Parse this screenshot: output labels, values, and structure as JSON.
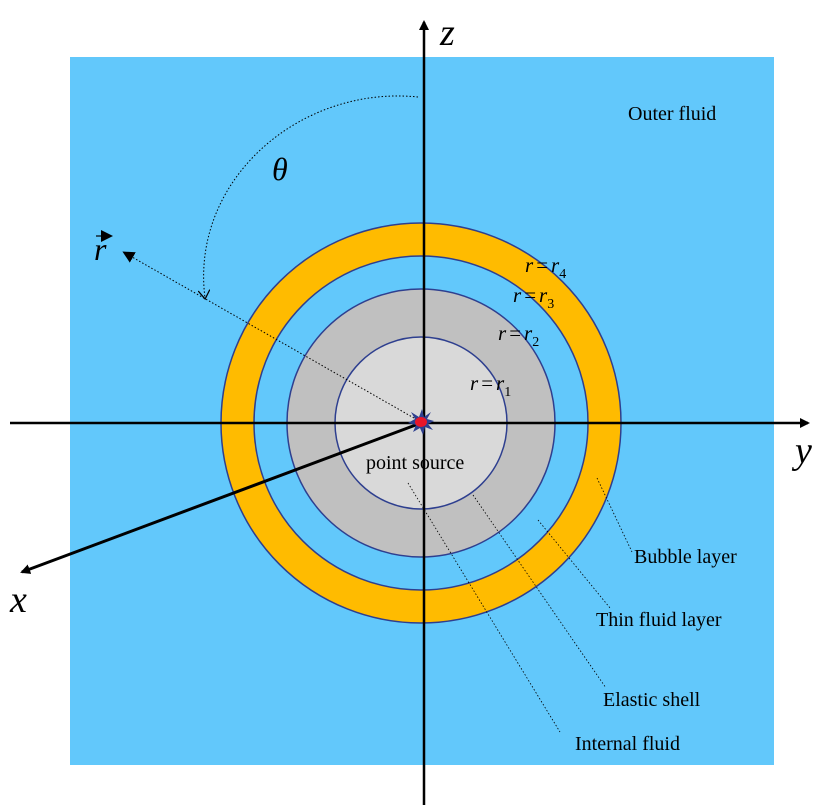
{
  "colors": {
    "outer_fluid": "#62c8fb",
    "bubble_layer": "#ffbb00",
    "thin_fluid_layer": "#62c8fb",
    "elastic_shell": "#c0c0c0",
    "internal_fluid": "#d9d9d9",
    "circle_stroke": "#2e3f8f",
    "point_source": "#e8162a"
  },
  "axes": {
    "z": "z",
    "y": "y",
    "x": "x"
  },
  "angle_label": "θ",
  "radius_vector_label": "r",
  "radii": [
    {
      "lhs": "r",
      "eq": "=",
      "rhs": "r",
      "sub": "4"
    },
    {
      "lhs": "r",
      "eq": "=",
      "rhs": "r",
      "sub": "3"
    },
    {
      "lhs": "r",
      "eq": "=",
      "rhs": "r",
      "sub": "2"
    },
    {
      "lhs": "r",
      "eq": "=",
      "rhs": "r",
      "sub": "1"
    }
  ],
  "labels": {
    "outer_fluid": "Outer fluid",
    "point_source": "point source",
    "bubble_layer": "Bubble layer",
    "thin_fluid_layer": "Thin fluid layer",
    "elastic_shell": "Elastic shell",
    "internal_fluid": "Internal  fluid"
  }
}
